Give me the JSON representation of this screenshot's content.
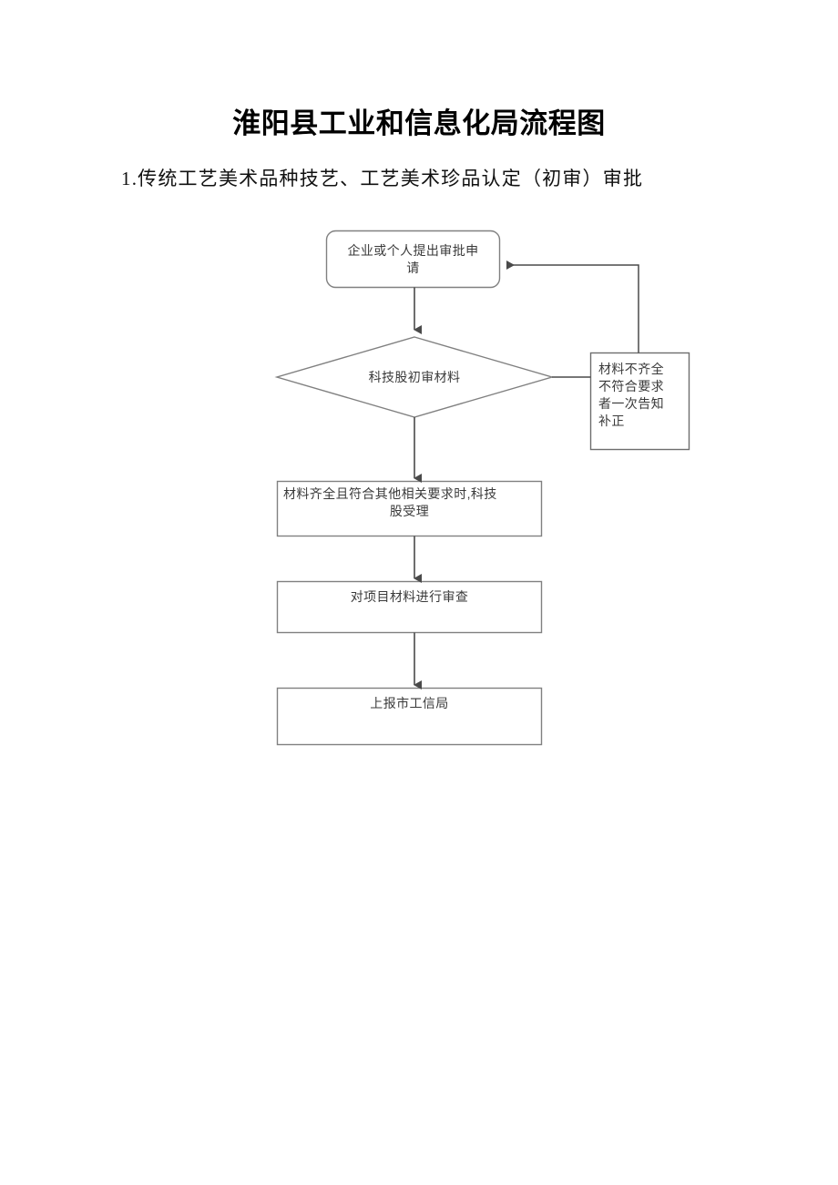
{
  "document": {
    "title": "淮阳县工业和信息化局流程图",
    "subtitle": "1.传统工艺美术品种技艺、工艺美术珍品认定（初审）审批"
  },
  "flowchart": {
    "type": "process-flowchart",
    "orientation": "top-to-bottom",
    "nodes": [
      {
        "id": "n1",
        "shape": "rounded-rectangle",
        "label": "企业或个人提出审批申\n请",
        "label_line1": "企业或个人提出审批申",
        "label_line2": "请"
      },
      {
        "id": "n2",
        "shape": "diamond",
        "label": "科技股初审材料"
      },
      {
        "id": "n3",
        "shape": "rectangle",
        "label": "材料不齐全不符合要求者一次告知补正",
        "label_line1": "材料不齐全",
        "label_line2": "不符合要求",
        "label_line3": "者一次告知",
        "label_line4": "补正"
      },
      {
        "id": "n4",
        "shape": "rectangle",
        "label": "材料齐全且符合其他相关要求时,科技股受理",
        "label_line1": "材料齐全且符合其他相关要求时,科技",
        "label_line2": "股受理"
      },
      {
        "id": "n5",
        "shape": "rectangle",
        "label": "对项目材料进行审查"
      },
      {
        "id": "n6",
        "shape": "rectangle",
        "label": "上报市工信局"
      }
    ],
    "edges": [
      {
        "from": "n1",
        "to": "n2",
        "style": "arrow-down"
      },
      {
        "from": "n2",
        "to": "n3",
        "style": "line-right"
      },
      {
        "from": "n3",
        "to": "n1",
        "style": "arrow-left-feedback"
      },
      {
        "from": "n2",
        "to": "n4",
        "style": "arrow-down"
      },
      {
        "from": "n4",
        "to": "n5",
        "style": "arrow-down"
      },
      {
        "from": "n5",
        "to": "n6",
        "style": "arrow-down"
      }
    ],
    "colors": {
      "stroke": "#7f7f7f",
      "connector": "#4a4a4a",
      "text": "#3a3a3a",
      "background": "#ffffff"
    }
  }
}
